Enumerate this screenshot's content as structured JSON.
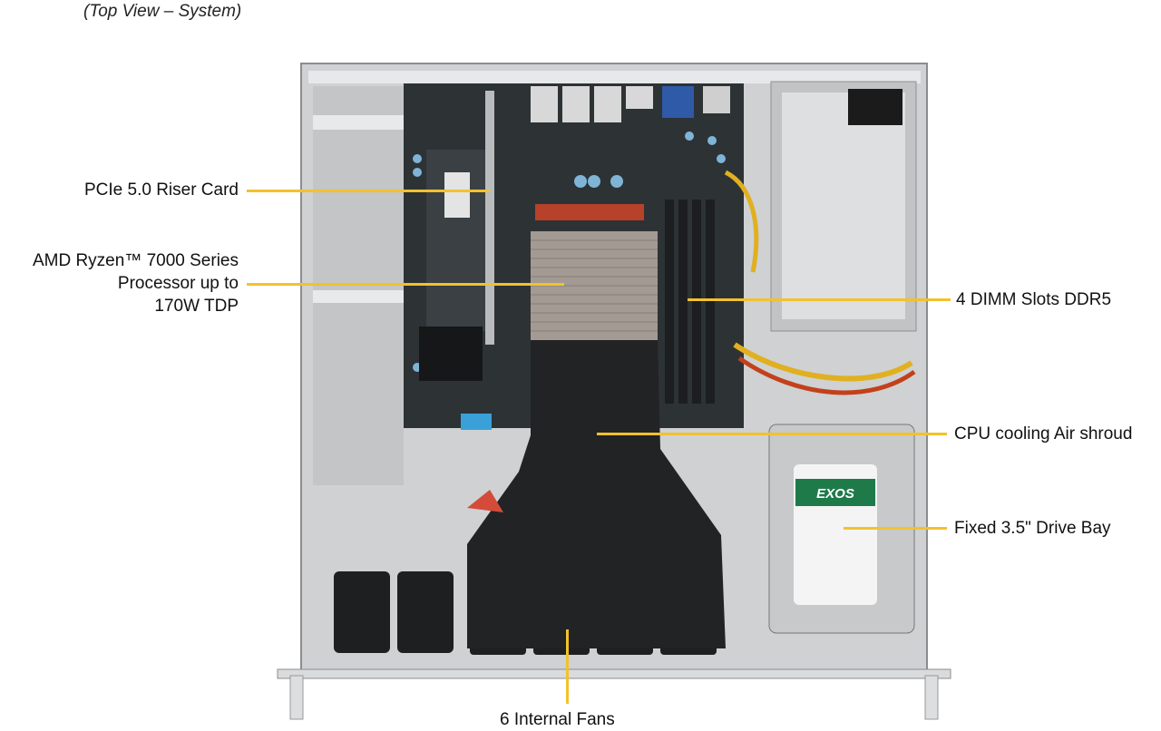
{
  "caption": "(Top View – System)",
  "callouts": {
    "riser": "PCIe 5.0 Riser Card",
    "cpu_line1": "AMD Ryzen™  7000 Series",
    "cpu_line2": "Processor up to",
    "cpu_line3": "170W TDP",
    "dimm": "4 DIMM  Slots DDR5",
    "shroud": "CPU cooling Air shroud",
    "drive": "Fixed 3.5\" Drive Bay",
    "fans": "6 Internal  Fans"
  },
  "drive_brand": "EXOS",
  "colors": {
    "leader": "#f2c12e",
    "chassis": "#c9cbcd",
    "pcb": "#2c3134",
    "shroud": "#1f2021"
  }
}
